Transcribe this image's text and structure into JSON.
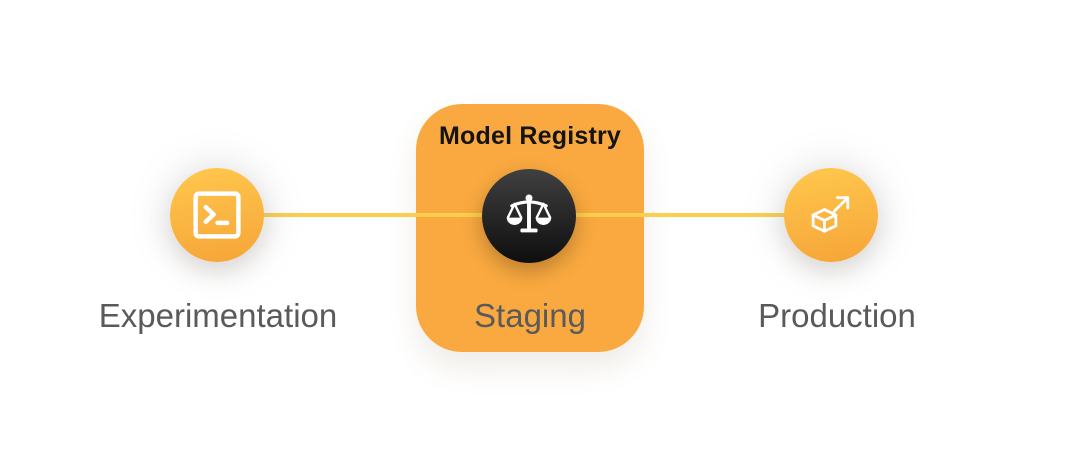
{
  "registry": {
    "title": "Model Registry"
  },
  "stages": {
    "experimentation": {
      "label": "Experimentation",
      "icon": "terminal-icon"
    },
    "staging": {
      "label": "Staging",
      "icon": "balance-scale-icon"
    },
    "production": {
      "label": "Production",
      "icon": "cube-arrow-icon"
    }
  },
  "colors": {
    "canvas_bg": "#FFFFFF",
    "registry_box": "#F9A93F",
    "node_gradient_top": "#FFC84E",
    "node_gradient_bottom": "#F6A437",
    "connector_line": "#FBCF4B",
    "dark_node_top": "#404040",
    "dark_node_bottom": "#0E0E0E",
    "stage_label_text": "#595A5C",
    "registry_title_text": "#141414",
    "icon_stroke": "#FFFFFF"
  }
}
